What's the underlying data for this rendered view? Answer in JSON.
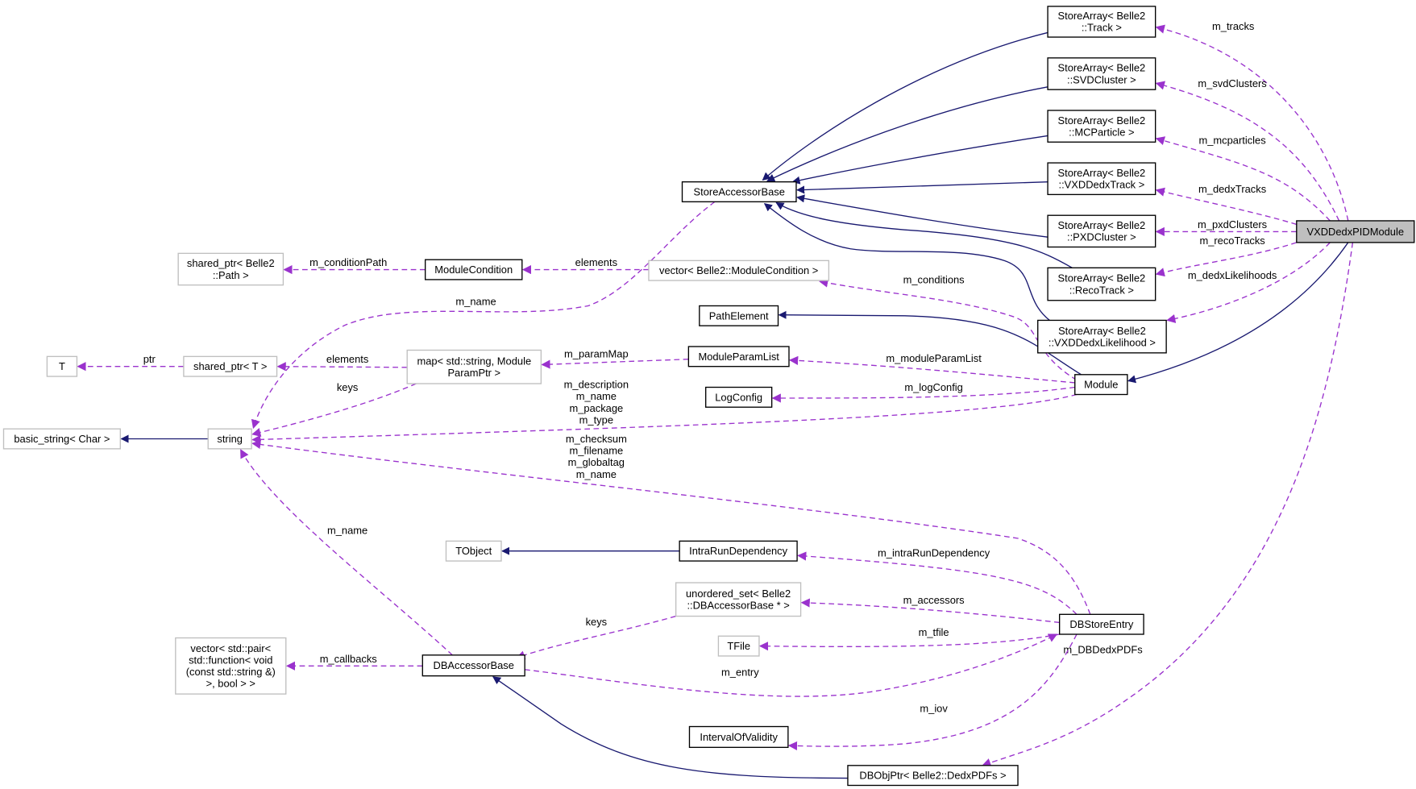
{
  "colors": {
    "inheritance": "#191970",
    "usage": "#9a32cd",
    "main_fill": "#bfbfbf",
    "external_border": "#bfbfbf"
  },
  "nodes": [
    {
      "id": "sa_track",
      "lines": [
        "StoreArray< Belle2",
        "::Track >"
      ]
    },
    {
      "id": "sa_svd",
      "lines": [
        "StoreArray< Belle2",
        "::SVDCluster >"
      ]
    },
    {
      "id": "sa_mc",
      "lines": [
        "StoreArray< Belle2",
        "::MCParticle >"
      ]
    },
    {
      "id": "sa_vxdtrack",
      "lines": [
        "StoreArray< Belle2",
        "::VXDDedxTrack >"
      ]
    },
    {
      "id": "sa_pxd",
      "lines": [
        "StoreArray< Belle2",
        "::PXDCluster >"
      ]
    },
    {
      "id": "sa_reco",
      "lines": [
        "StoreArray< Belle2",
        "::RecoTrack >"
      ]
    },
    {
      "id": "sa_lik",
      "lines": [
        "StoreArray< Belle2",
        "::VXDDedxLikelihood >"
      ]
    },
    {
      "id": "pidmodule",
      "lines": [
        "VXDDedxPIDModule"
      ]
    },
    {
      "id": "storeaccessorbase",
      "lines": [
        "StoreAccessorBase"
      ]
    },
    {
      "id": "modulecondition",
      "lines": [
        "ModuleCondition"
      ]
    },
    {
      "id": "vec_modcond",
      "lines": [
        "vector< Belle2::ModuleCondition >"
      ]
    },
    {
      "id": "sp_path",
      "lines": [
        "shared_ptr< Belle2",
        "::Path >"
      ]
    },
    {
      "id": "pathelement",
      "lines": [
        "PathElement"
      ]
    },
    {
      "id": "moduleparamlist",
      "lines": [
        "ModuleParamList"
      ]
    },
    {
      "id": "logconfig",
      "lines": [
        "LogConfig"
      ]
    },
    {
      "id": "module",
      "lines": [
        "Module"
      ]
    },
    {
      "id": "T",
      "lines": [
        "T"
      ]
    },
    {
      "id": "sp_T",
      "lines": [
        "shared_ptr< T >"
      ]
    },
    {
      "id": "map",
      "lines": [
        "map< std::string, Module",
        "ParamPtr >"
      ]
    },
    {
      "id": "basic_string",
      "lines": [
        "basic_string< Char >"
      ]
    },
    {
      "id": "string",
      "lines": [
        "string"
      ]
    },
    {
      "id": "tobject",
      "lines": [
        "TObject"
      ]
    },
    {
      "id": "intrarun",
      "lines": [
        "IntraRunDependency"
      ]
    },
    {
      "id": "unordered_set",
      "lines": [
        "unordered_set< Belle2",
        "::DBAccessorBase * >"
      ]
    },
    {
      "id": "dbstoreentry",
      "lines": [
        "DBStoreEntry"
      ]
    },
    {
      "id": "tfile",
      "lines": [
        "TFile"
      ]
    },
    {
      "id": "vec_pair",
      "lines": [
        "vector< std::pair<",
        "std::function< void",
        "(const std::string &)",
        ">, bool > >"
      ]
    },
    {
      "id": "dbaccessorbase",
      "lines": [
        "DBAccessorBase"
      ]
    },
    {
      "id": "iov",
      "lines": [
        "IntervalOfValidity"
      ]
    },
    {
      "id": "dbobjptr",
      "lines": [
        "DBObjPtr< Belle2::DedxPDFs >"
      ]
    }
  ],
  "edges": [
    {
      "id": "e_track",
      "lines": [
        "m_tracks"
      ]
    },
    {
      "id": "e_svd",
      "lines": [
        "m_svdClusters"
      ]
    },
    {
      "id": "e_mc",
      "lines": [
        "m_mcparticles"
      ]
    },
    {
      "id": "e_vxdtrack",
      "lines": [
        "m_dedxTracks"
      ]
    },
    {
      "id": "e_pxd",
      "lines": [
        "m_pxdClusters"
      ]
    },
    {
      "id": "e_reco",
      "lines": [
        "m_recoTracks"
      ]
    },
    {
      "id": "e_lik",
      "lines": [
        "m_dedxLikelihoods"
      ]
    },
    {
      "id": "e_pdfs",
      "lines": [
        "m_DBDedxPDFs"
      ]
    },
    {
      "id": "e_cond",
      "lines": [
        "m_conditions"
      ]
    },
    {
      "id": "e_elements1",
      "lines": [
        "elements"
      ]
    },
    {
      "id": "e_condpath",
      "lines": [
        "m_conditionPath"
      ]
    },
    {
      "id": "e_sab_name",
      "lines": [
        "m_name"
      ]
    },
    {
      "id": "e_mpl",
      "lines": [
        "m_moduleParamList"
      ]
    },
    {
      "id": "e_parammap",
      "lines": [
        "m_paramMap"
      ]
    },
    {
      "id": "e_elements2",
      "lines": [
        "elements"
      ]
    },
    {
      "id": "e_ptr",
      "lines": [
        "ptr"
      ]
    },
    {
      "id": "e_keys1",
      "lines": [
        "keys"
      ]
    },
    {
      "id": "e_logconfig",
      "lines": [
        "m_logConfig"
      ]
    },
    {
      "id": "e_mod_str",
      "lines": [
        "m_description",
        "m_name",
        "m_package",
        "m_type"
      ]
    },
    {
      "id": "e_dbs_str",
      "lines": [
        "m_checksum",
        "m_filename",
        "m_globaltag",
        "m_name"
      ]
    },
    {
      "id": "e_dba_name",
      "lines": [
        "m_name"
      ]
    },
    {
      "id": "e_intrarun",
      "lines": [
        "m_intraRunDependency"
      ]
    },
    {
      "id": "e_accessors",
      "lines": [
        "m_accessors"
      ]
    },
    {
      "id": "e_tfile",
      "lines": [
        "m_tfile"
      ]
    },
    {
      "id": "e_entry",
      "lines": [
        "m_entry"
      ]
    },
    {
      "id": "e_keys2",
      "lines": [
        "keys"
      ]
    },
    {
      "id": "e_callbacks",
      "lines": [
        "m_callbacks"
      ]
    },
    {
      "id": "e_iov",
      "lines": [
        "m_iov"
      ]
    }
  ]
}
